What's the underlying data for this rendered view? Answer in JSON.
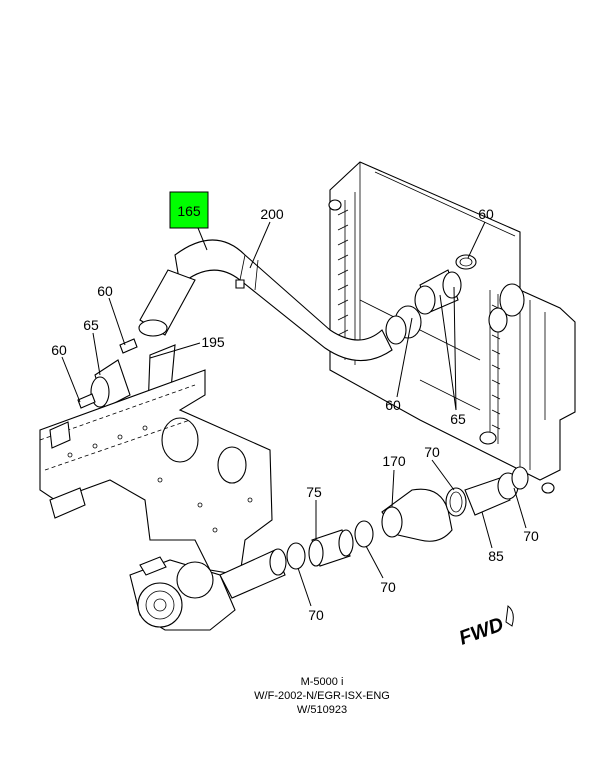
{
  "callouts": {
    "c165": "165",
    "c200": "200",
    "c60_top_right": "60",
    "c60_upper_left": "60",
    "c65_left": "65",
    "c195": "195",
    "c60_left": "60",
    "c60_mid": "60",
    "c65_mid": "65",
    "c170": "170",
    "c70_top": "70",
    "c75": "75",
    "c70_right": "70",
    "c85": "85",
    "c70_center": "70",
    "c70_bottom": "70"
  },
  "highlight_color": "#00ff00",
  "forward_label": "FWD",
  "caption": {
    "line1": "M-5000 i",
    "line2": "W/F-2002-N/EGR-ISX-ENG",
    "line3": "W/510923"
  }
}
